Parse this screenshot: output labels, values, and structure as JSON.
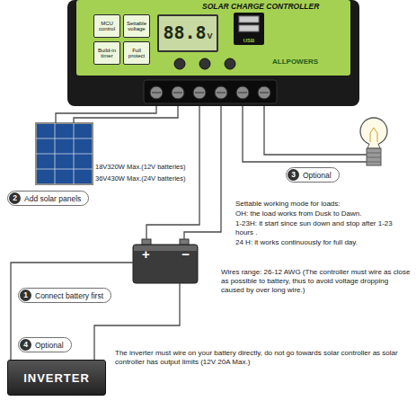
{
  "diagram": {
    "nodes": [
      {
        "text": [
          "SOLAR CHARGE CONTROLLER",
          "ALLPOWERS"
        ]
      },
      {
        "text": [
          "MCU control"
        ],
        "in": 0
      },
      {
        "text": [
          "Settable voltage"
        ],
        "in": 0
      },
      {
        "text": [
          "88.8",
          "V"
        ],
        "in": 0
      },
      {
        "text": [
          "USB"
        ],
        "in": 0
      },
      {
        "text": [
          "Build-in timer"
        ],
        "in": 0
      },
      {
        "text": [
          "Full protect"
        ],
        "in": 0
      },
      {
        "text": [
          "2",
          "Add solar panels"
        ]
      },
      {
        "text": [
          "3",
          "Optional"
        ]
      },
      {
        "text": [
          "+",
          "−"
        ]
      },
      {
        "text": [
          "1",
          "Connect battery first"
        ]
      },
      {
        "text": [
          "4",
          "Optional"
        ]
      },
      {
        "text": [
          "INVERTER"
        ]
      }
    ],
    "edges": [
      {
        "from": 0,
        "to": 9,
        "arrow": "none"
      },
      {
        "from": 9,
        "to": 12,
        "arrow": "none"
      }
    ],
    "labels": [
      "18V320W Max.(12V batteries)",
      "36V430W Max.(24V batteries)",
      "Settable working mode for loads:",
      "OH: the load works from Dusk to Dawn.",
      "1-23H: it start since sun down and stop after 1-23 hours .",
      "24 H: it works continuously for full day.",
      "Wires range: 26-12 AWG (The controller must wire as close as possible to battery, thus to avoid voltage dropping caused by over long wire.)",
      "The inverter must wire on your battery directly, do not go towards solar controller as solar controller has output limits (12V 20A Max.)"
    ]
  }
}
